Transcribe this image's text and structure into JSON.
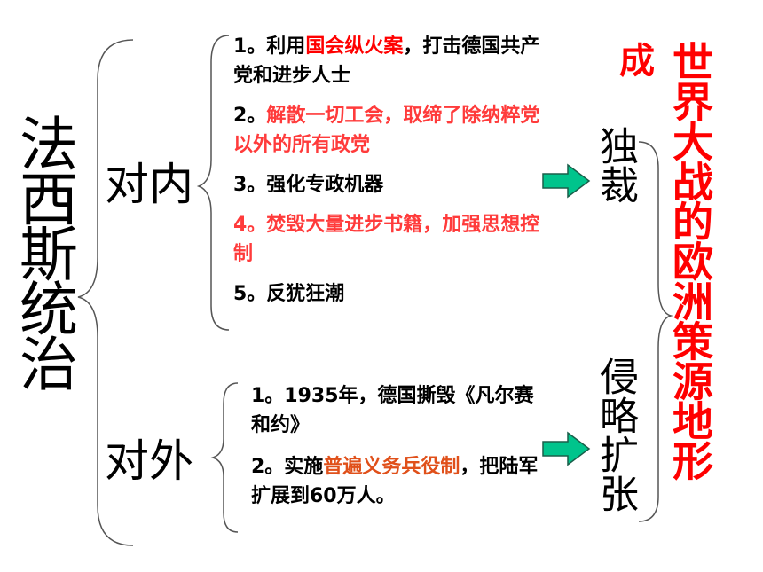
{
  "main_title": "法西斯统治",
  "domestic": {
    "label": "对内",
    "items": [
      {
        "parts": [
          {
            "t": "1。利用",
            "c": "normal"
          },
          {
            "t": "国会纵火案",
            "c": "red"
          },
          {
            "t": "，打击德国共产党和进步人士",
            "c": "normal"
          }
        ]
      },
      {
        "parts": [
          {
            "t": "2。",
            "c": "normal"
          },
          {
            "t": "解散一切工会，取缔了除纳粹党以外的所有政党",
            "c": "redsoft"
          }
        ]
      },
      {
        "parts": [
          {
            "t": "3。强化专政机器",
            "c": "normal"
          }
        ]
      },
      {
        "parts": [
          {
            "t": "4。焚毁大量进步书籍，加强思想控制",
            "c": "redsoft"
          }
        ]
      },
      {
        "parts": [
          {
            "t": "5。反犹狂潮",
            "c": "normal"
          }
        ]
      }
    ],
    "result": "独裁"
  },
  "foreign": {
    "label": "对外",
    "items": [
      {
        "parts": [
          {
            "t": "1。1935年，德国撕毁《凡尔赛和约》",
            "c": "normal"
          }
        ]
      },
      {
        "parts": [
          {
            "t": "2。实施",
            "c": "normal"
          },
          {
            "t": "普遍义务兵役制",
            "c": "orange"
          },
          {
            "t": "，把陆军扩展到60万人。",
            "c": "normal"
          }
        ]
      }
    ],
    "result": "侵略扩张"
  },
  "conclusion": {
    "prefix": "成",
    "text": "世界大战的欧洲策源地形"
  },
  "colors": {
    "red": "#ff0000",
    "redsoft": "#ff3b3b",
    "orange": "#e0501a",
    "arrow_fill": "#00c48c",
    "arrow_stroke": "#1a5e4a",
    "brace": "#555555"
  }
}
